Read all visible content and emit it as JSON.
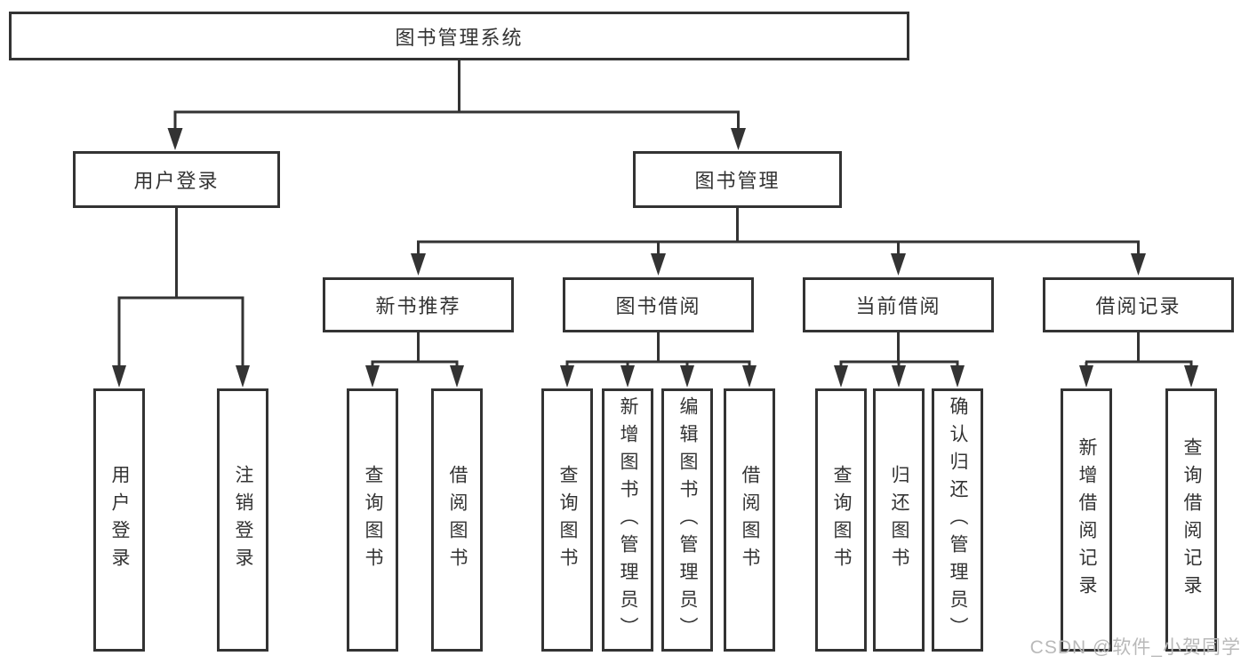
{
  "tree": {
    "root": "图书管理系统",
    "level2": [
      {
        "label": "用户登录",
        "children": [
          "用户登录",
          "注销登录"
        ]
      },
      {
        "label": "图书管理",
        "children": [
          {
            "label": "新书推荐",
            "children": [
              "查询图书",
              "借阅图书"
            ]
          },
          {
            "label": "图书借阅",
            "children": [
              "查询图书",
              "新增图书（管理员）",
              "编辑图书（管理员）",
              "借阅图书"
            ]
          },
          {
            "label": "当前借阅",
            "children": [
              "查询图书",
              "归还图书",
              "确认归还（管理员）"
            ]
          },
          {
            "label": "借阅记录",
            "children": [
              "新增借阅记录",
              "查询借阅记录"
            ]
          }
        ]
      }
    ]
  },
  "watermark": {
    "text": "CSDN @软件_小贺同学"
  },
  "colors": {
    "line": "#333333",
    "text": "#333333",
    "box_background": "#ffffff",
    "page_background": "#ffffff",
    "watermark": "#b9b9b9"
  }
}
